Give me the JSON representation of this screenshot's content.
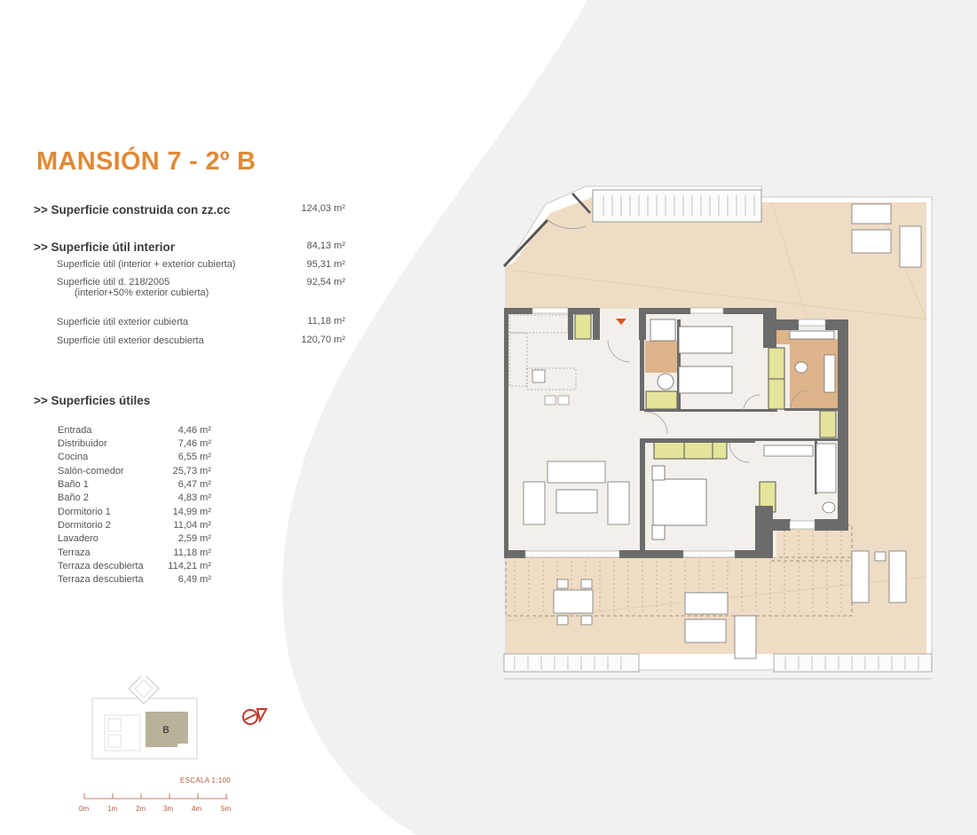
{
  "header": {
    "title": "MANSIÓN 7 - 2º B"
  },
  "summary": {
    "built": {
      "label": ">> Superficie construida con zz.cc",
      "value": "124,03 m²"
    },
    "interior": {
      "label": ">> Superficie útil interior",
      "value": "84,13 m²"
    },
    "details": [
      {
        "label": "Superficie útil (interior + exterior cubierta)",
        "value": "95,31 m²"
      },
      {
        "label": "Superficie útil  d. 218/2005",
        "sublabel": "(interior+50% exterior cubierta)",
        "value": "92,54 m²"
      },
      {
        "label": "Superficie útil exterior cubierta",
        "value": "11,18 m²"
      },
      {
        "label": "Superficie útil exterior descubierta",
        "value": "120,70 m²"
      }
    ]
  },
  "rooms": {
    "heading": ">> Superficies útiles",
    "items": [
      {
        "name": "Entrada",
        "area": "4,46 m²"
      },
      {
        "name": "Distribuidor",
        "area": "7,46 m²"
      },
      {
        "name": "Cocina",
        "area": "6,55 m²"
      },
      {
        "name": "Salón-comedor",
        "area": "25,73 m²"
      },
      {
        "name": "Baño 1",
        "area": "6,47 m²"
      },
      {
        "name": "Baño 2",
        "area": "4,83 m²"
      },
      {
        "name": "Dormitorio 1",
        "area": "14,99 m²"
      },
      {
        "name": "Dormitorio 2",
        "area": "11,04 m²"
      },
      {
        "name": "Lavadero",
        "area": "2,59 m²"
      },
      {
        "name": "Terraza",
        "area": "11,18 m²"
      },
      {
        "name": "Terraza descubierta",
        "area": "114,21 m²"
      },
      {
        "name": "Terraza descubierta",
        "area": "6,49 m²"
      }
    ]
  },
  "keyplan": {
    "unit_label": "B"
  },
  "scale": {
    "label": "ESCALA 1:100",
    "ticks": [
      "0m",
      "1m",
      "2m",
      "3m",
      "4m",
      "5m"
    ]
  },
  "icons": {
    "compass": "north-arrow-icon",
    "entrance": "entrance-triangle-icon"
  },
  "colors": {
    "accent": "#e08a36",
    "terrace": "#efdcc5",
    "interior": "#f3efea",
    "wall": "#6b6b6b",
    "wardrobe": "#e4e49a",
    "bathroom": "#deb48a",
    "keyplan_unit": "#b8b29a",
    "bg_shape": "#f1f2ef"
  }
}
